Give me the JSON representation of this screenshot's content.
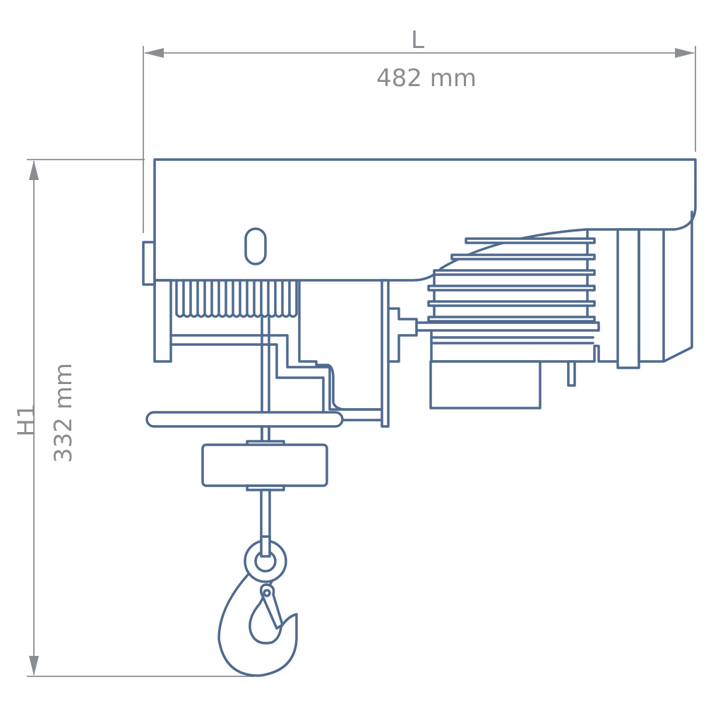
{
  "dimensions": {
    "length": {
      "symbol": "L",
      "value": "482 mm"
    },
    "height": {
      "symbol": "H1",
      "value": "332 mm"
    }
  },
  "colors": {
    "drawing": "#4f6a8f",
    "dimension": "#8a8d92"
  }
}
